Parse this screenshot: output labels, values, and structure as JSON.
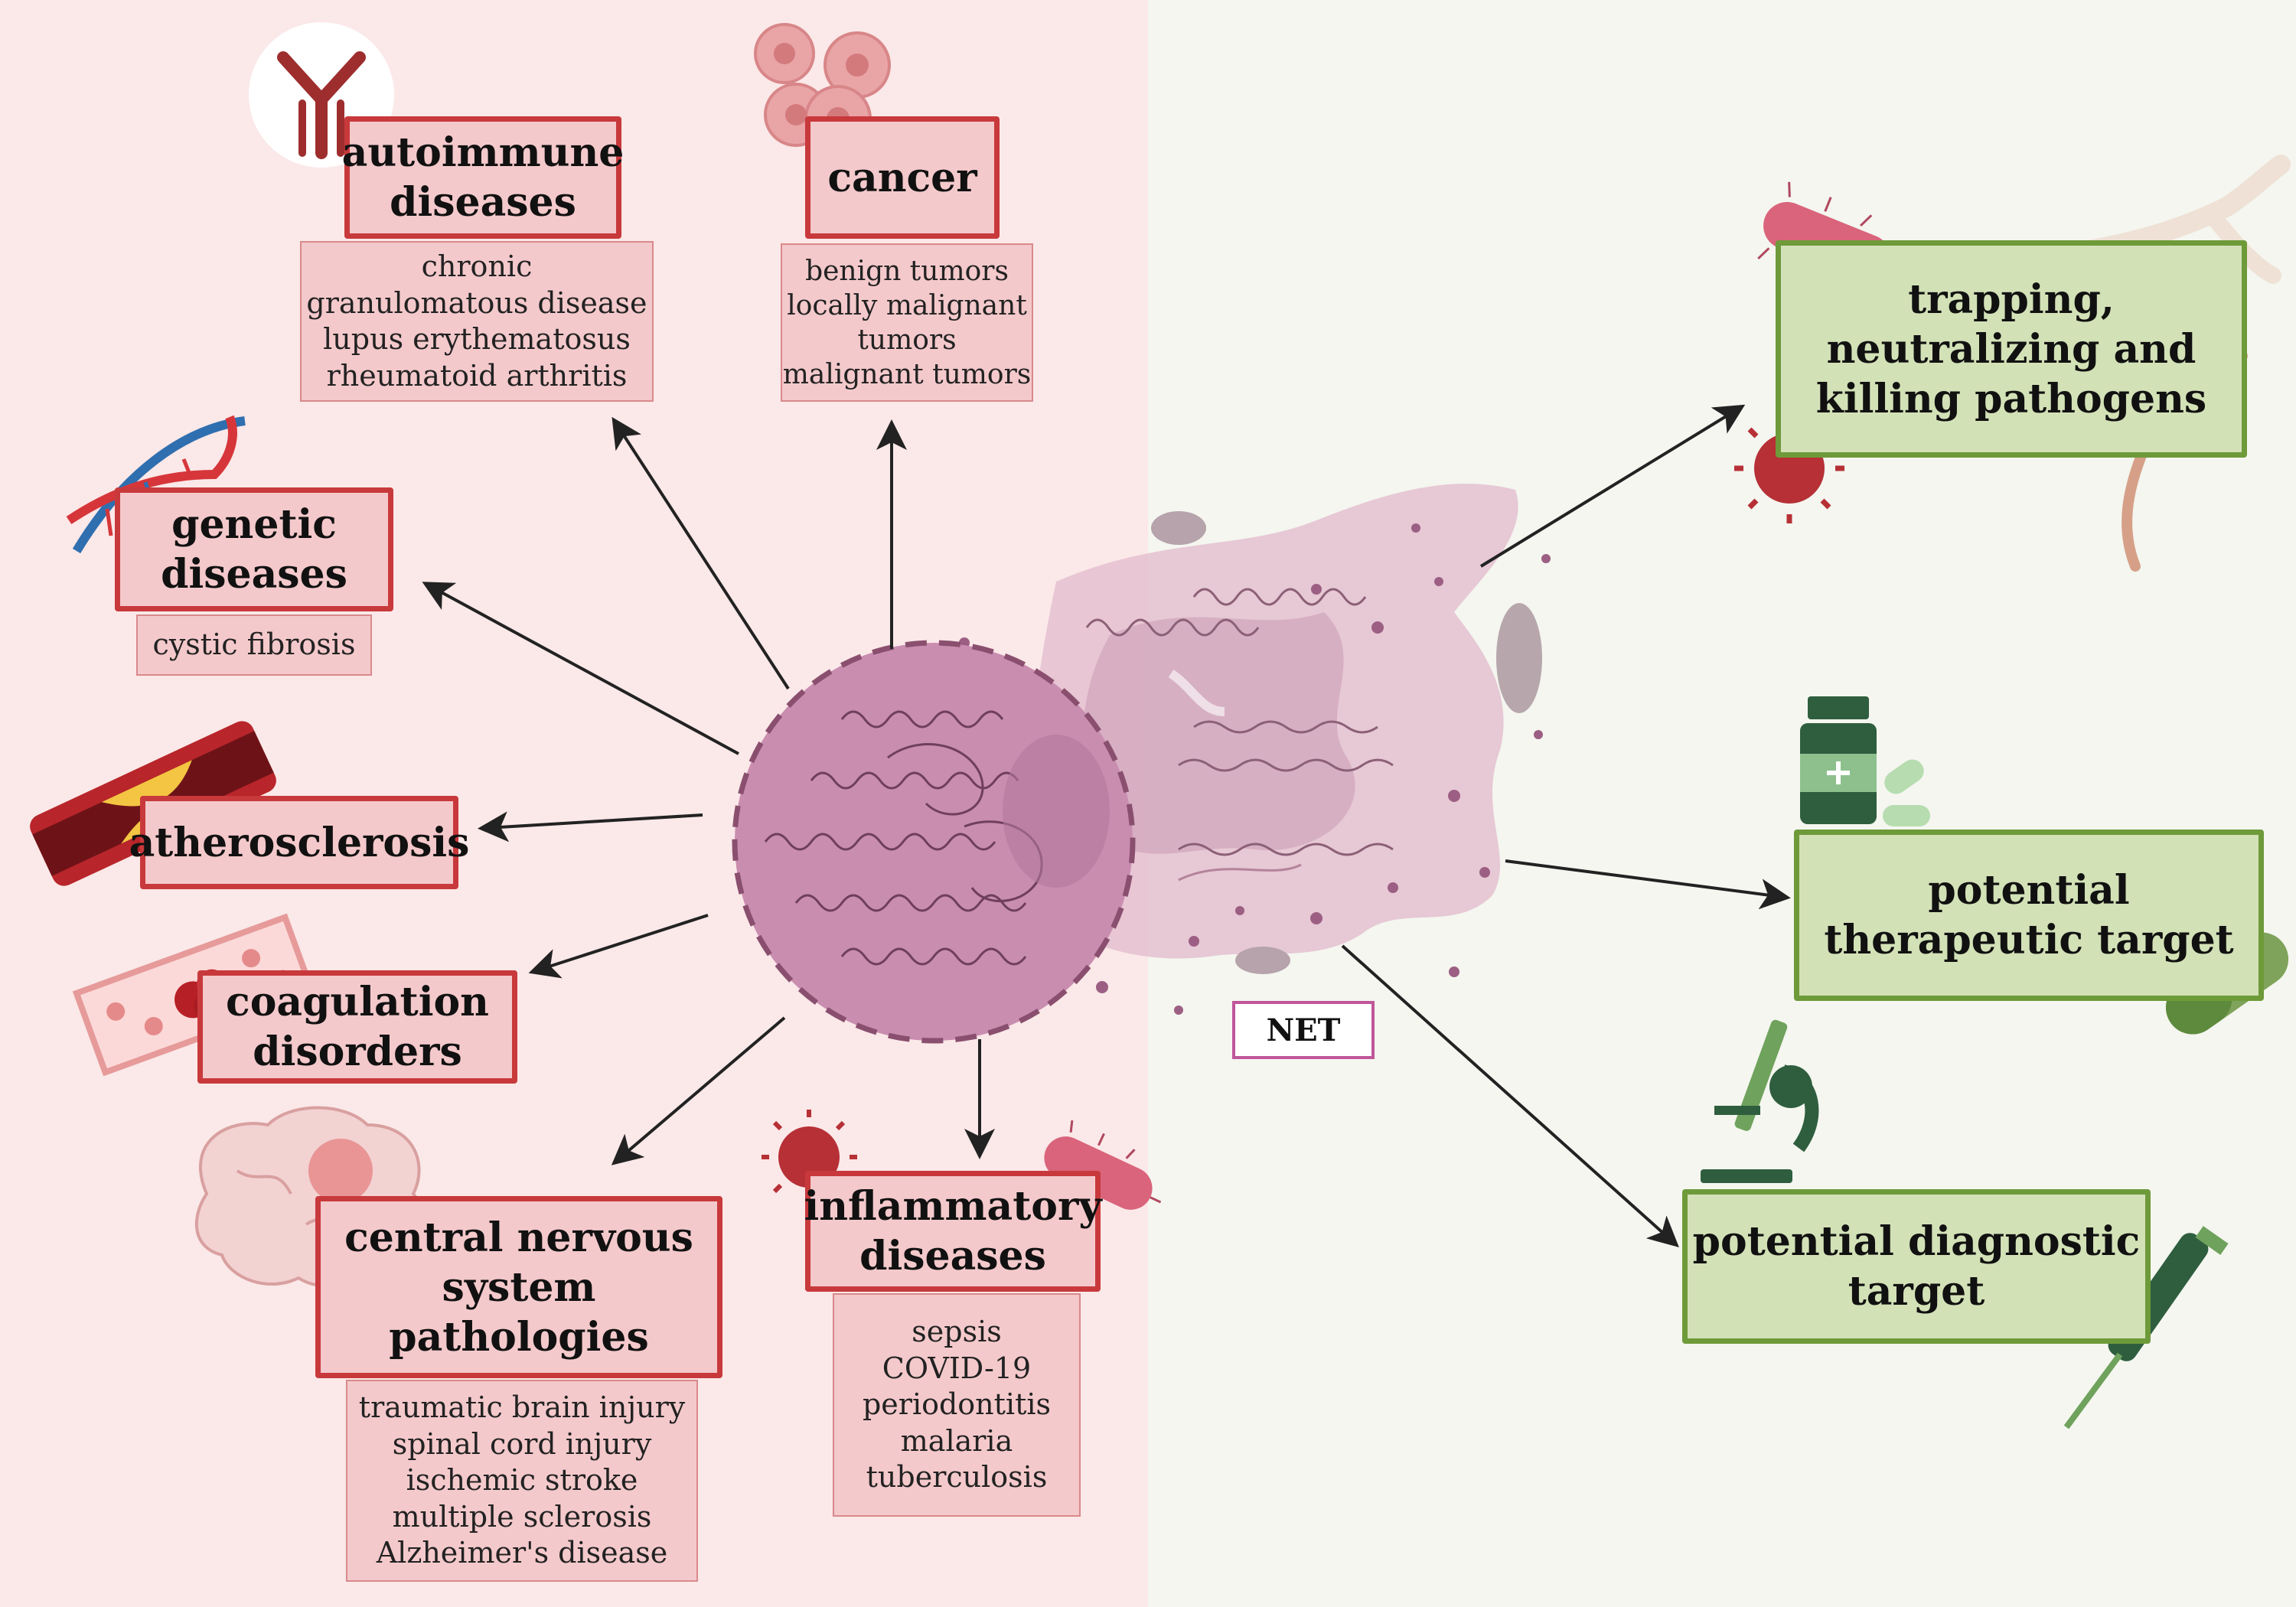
{
  "diagram": {
    "center_label": "NET",
    "left_categories": {
      "autoimmune": {
        "title": "autoimmune diseases",
        "items": [
          "chronic",
          "granulomatous disease",
          "lupus erythematosus",
          "rheumatoid arthritis"
        ]
      },
      "cancer": {
        "title": "cancer",
        "items": [
          "benign tumors",
          "locally malignant",
          "tumors",
          "malignant tumors"
        ]
      },
      "genetic": {
        "title": "genetic diseases",
        "items": [
          "cystic fibrosis"
        ]
      },
      "atherosclerosis": {
        "title": "atherosclerosis"
      },
      "coagulation": {
        "title": "coagulation disorders"
      },
      "cns": {
        "title": "central nervous system pathologies",
        "items": [
          "traumatic brain injury",
          "spinal cord injury",
          "ischemic stroke",
          "multiple sclerosis",
          "Alzheimer's disease"
        ]
      },
      "inflammatory": {
        "title": "inflammatory diseases",
        "items": [
          "sepsis",
          "COVID-19",
          "periodontitis",
          "malaria",
          "tuberculosis"
        ]
      }
    },
    "right_roles": {
      "trapping": {
        "title": "trapping, neutralizing and killing pathogens"
      },
      "therapeutic": {
        "title": "potential therapeutic target"
      },
      "diagnostic": {
        "title": "potential diagnostic target"
      }
    }
  },
  "icons": [
    "antibody-icon",
    "tumor-cells-icon",
    "dna-icon",
    "artery-plaque-icon",
    "blood-clot-icon",
    "brain-icon",
    "virus-icon",
    "bacterium-icon",
    "fungal-hyphae-icon",
    "worm-icon",
    "medicine-bottle-icon",
    "pills-icon",
    "capsule-icon",
    "microscope-icon",
    "pipette-icon"
  ],
  "colors": {
    "left_background": "#fbe8e8",
    "right_background": "#f4f6ef",
    "red_border": "#c8393c",
    "red_fill": "#f4c9cb",
    "green_border": "#6e9a3a",
    "green_fill": "#d3e1b7",
    "neutrophil": "#c98db0",
    "net_label_border": "#c0569a"
  }
}
